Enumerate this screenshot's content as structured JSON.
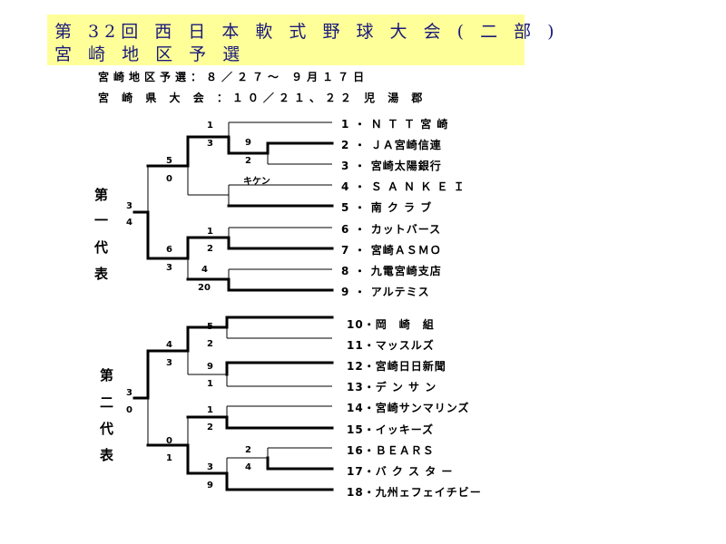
{
  "title": {
    "line1": "第 32回 西 日 本 軟 式 野 球 大 会 ( 二 部 )",
    "line2": "宮 崎 地 区 予 選"
  },
  "info": {
    "line1": "宮崎地区予選：８／２７～ ９月１７日",
    "line2": "宮 崎 県 大 会 ：１０／２１、２２ 児 湯 郡"
  },
  "block1": {
    "label": [
      "第",
      "一",
      "代",
      "表"
    ],
    "teams": [
      "1 ・ Ｎ Ｔ Ｔ 宮 崎",
      "2 ・ ＪＡ宮崎信連",
      "3 ・ 宮崎太陽銀行",
      "4 ・ Ｓ Ａ Ｎ Ｋ Ｅ Ｉ",
      "5 ・ 南 ク ラ ブ",
      "6 ・ カットバース",
      "7 ・ 宮崎ＡＳＭＯ",
      "8 ・ 九電宮崎支店",
      "9 ・ アルテミス"
    ],
    "scores": {
      "r1a_top": "9",
      "r1a_bottom": "2",
      "r2a_top": "1",
      "r2a_bottom": "3",
      "forfeit": "キケン",
      "r1b_top": "1",
      "r1b_bottom": "2",
      "r1c_top": "4",
      "r1c_bottom": "20",
      "r3_top": "5",
      "r3_bottom": "0",
      "r3b_top": "6",
      "r3b_bottom": "3",
      "final_top": "3",
      "final_bottom": "4"
    }
  },
  "block2": {
    "label": [
      "第",
      "二",
      "代",
      "表"
    ],
    "teams": [
      "10・岡　崎　組",
      "11・マッスルズ",
      "12・宮崎日日新聞",
      "13・デ ン サ ン",
      "14・宮崎サンマリンズ",
      "15・イッキーズ",
      "16・ＢＥＡＲＳ",
      "17・バ ク ス タ ー",
      "18・九州ェフェイチビー"
    ],
    "scores": {
      "r1a_top": "5",
      "r1a_bottom": "2",
      "r1b_top": "9",
      "r1b_bottom": "1",
      "r2a_top": "4",
      "r2a_bottom": "3",
      "r1c_top": "1",
      "r1c_bottom": "2",
      "r1d_top": "2",
      "r1d_bottom": "4",
      "r2b_top": "3",
      "r2b_bottom": "9",
      "r3_top": "0",
      "r3_bottom": "1",
      "final_top": "3",
      "final_bottom": "0"
    }
  }
}
